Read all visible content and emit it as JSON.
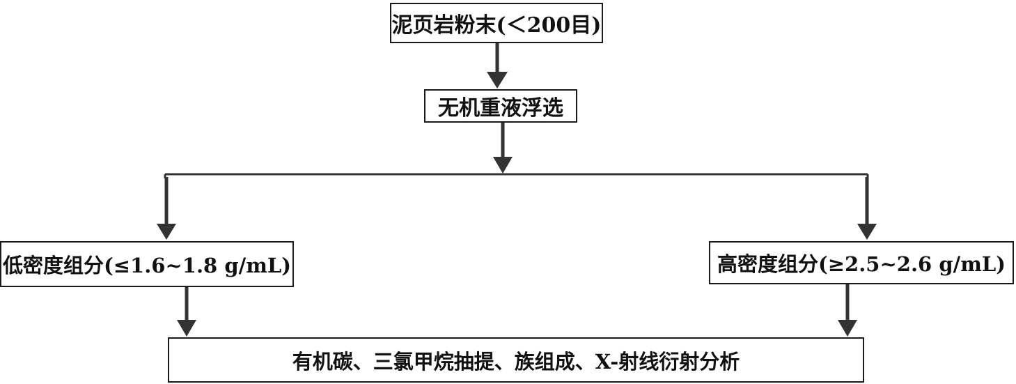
{
  "diagram": {
    "nodes": {
      "source": {
        "label": "泥页岩粉末(＜200目)"
      },
      "flotation": {
        "label": "无机重液浮选"
      },
      "low_density": {
        "label": "低密度组分(≤1.6~1.8 g/mL)"
      },
      "high_density": {
        "label": "高密度组分(≥2.5~2.6 g/mL)"
      },
      "analysis": {
        "label": "有机碳、三氯甲烷抽提、族组成、X-射线衍射分析"
      }
    },
    "edges": [
      {
        "from": "source",
        "to": "flotation"
      },
      {
        "from": "flotation",
        "to": "low_density"
      },
      {
        "from": "flotation",
        "to": "high_density"
      },
      {
        "from": "low_density",
        "to": "analysis"
      },
      {
        "from": "high_density",
        "to": "analysis"
      }
    ],
    "colors": {
      "line": "#333333",
      "box_border": "#1a1a1a",
      "text": "#111111"
    }
  }
}
